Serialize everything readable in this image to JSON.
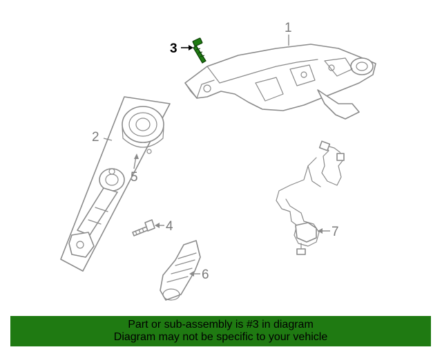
{
  "callouts": {
    "c1": "1",
    "c2": "2",
    "c3": "3",
    "c4": "4",
    "c5": "5",
    "c6": "6",
    "c7": "7"
  },
  "highlight": {
    "callout": "3",
    "color": "#1f7a12"
  },
  "banner": {
    "line1": "Part or sub-assembly is #3 in diagram",
    "line2": "Diagram may not be specific to your vehicle",
    "background": "#1f7a12"
  }
}
